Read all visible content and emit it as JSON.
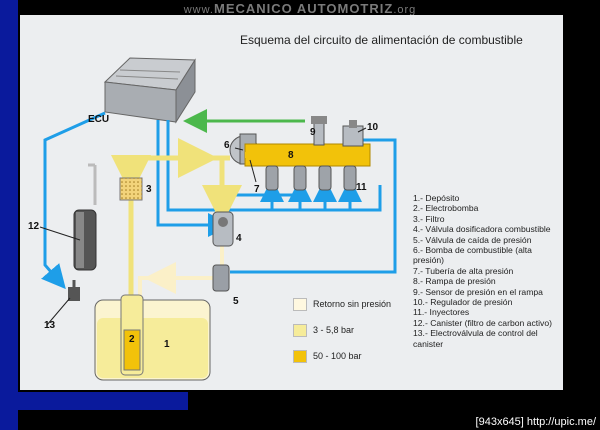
{
  "watermark": {
    "prefix": "www.",
    "brand": "MECANICO AUTOMOTRIZ",
    "suffix": ".org"
  },
  "diagram": {
    "title": "Esquema del circuito de alimentación de combustible",
    "ecu_label": "ECU",
    "numbers": [
      "1",
      "2",
      "3",
      "4",
      "5",
      "6",
      "7",
      "8",
      "9",
      "10",
      "11",
      "12",
      "13"
    ]
  },
  "legend": [
    {
      "label": "Retorno sin presión",
      "color": "#fff8e0"
    },
    {
      "label": "3 - 5,8 bar",
      "color": "#f6ec9a"
    },
    {
      "label": "50 - 100 bar",
      "color": "#f2c20a"
    }
  ],
  "parts_list": [
    "1.- Depósito",
    "2.- Electrobomba",
    "3.- Filtro",
    "4.- Válvula dosificadora combustible",
    "5.- Válvula de caída de presión",
    "6.- Bomba de combustible (alta presión)",
    "7.- Tubería de alta presión",
    "8.- Rampa de presión",
    "9.- Sensor de presión en el rampa",
    "10.- Regulador de presión",
    "11.- Inyectores",
    "12.- Canister (filtro de carbon activo)",
    "13.- Electroválvula de control del canister"
  ],
  "footer": "[943x645] http://upic.me/"
}
